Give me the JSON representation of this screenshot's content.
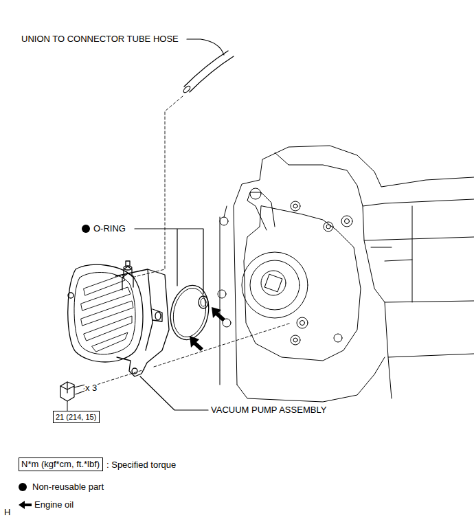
{
  "diagram": {
    "nodes": [
      {
        "text": [
          "21 (214, 15)"
        ]
      },
      {
        "text": [
          "N*m (kgf*cm, ft.*lbf)"
        ]
      }
    ],
    "labels": [
      "UNION TO CONNECTOR TUBE HOSE",
      "O-RING",
      "x 3",
      "VACUUM PUMP ASSEMBLY",
      "H"
    ],
    "legend": [
      {
        "text": ": Specified torque"
      },
      {
        "text": "Non-reusable part"
      },
      {
        "text": "Engine oil"
      }
    ]
  }
}
